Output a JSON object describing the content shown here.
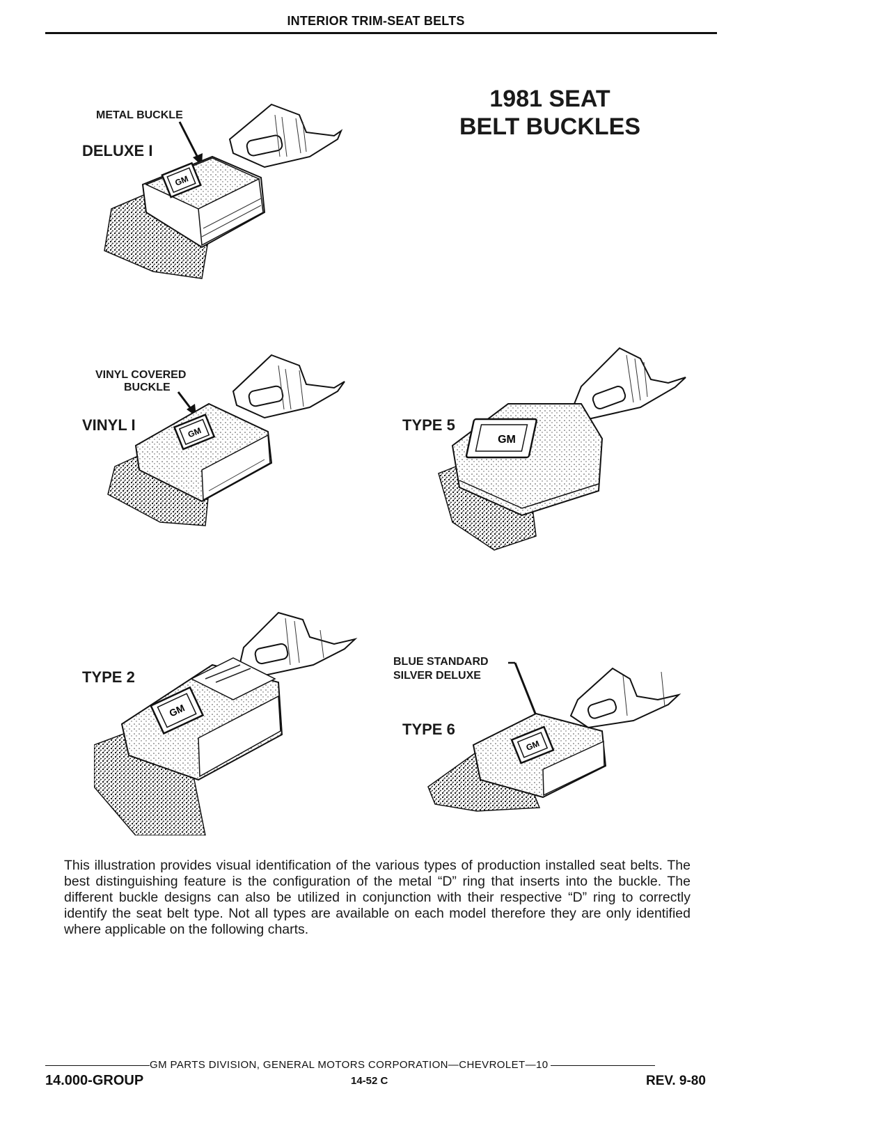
{
  "header": {
    "title": "INTERIOR TRIM-SEAT BELTS"
  },
  "page_title": {
    "line1": "1981 SEAT",
    "line2": "BELT BUCKLES"
  },
  "illustrations": {
    "deluxe": {
      "callout": "METAL BUCKLE",
      "label": "DELUXE I"
    },
    "vinyl": {
      "callout_line1": "VINYL COVERED",
      "callout_line2": "BUCKLE",
      "label": "VINYL I"
    },
    "type5": {
      "label": "TYPE 5"
    },
    "type2": {
      "label": "TYPE 2"
    },
    "type6": {
      "callout_line1": "BLUE STANDARD",
      "callout_line2": "SILVER DELUXE",
      "label": "TYPE 6"
    },
    "emblem": "GM"
  },
  "description": "This illustration provides visual identification of the various types of production installed seat belts. The best distinguishing feature is the configuration of the metal “D” ring that inserts into the buckle. The different buckle designs can also be utilized in conjunction with their respective “D” ring to correctly identify the seat belt type. Not all types are available on each model therefore they are only identified where applicable on the following charts.",
  "footer": {
    "division_line": "GM PARTS DIVISION, GENERAL MOTORS CORPORATION—CHEVROLET—10",
    "group": "14.000-GROUP",
    "page_code": "14-52 C",
    "revision": "REV. 9-80"
  }
}
